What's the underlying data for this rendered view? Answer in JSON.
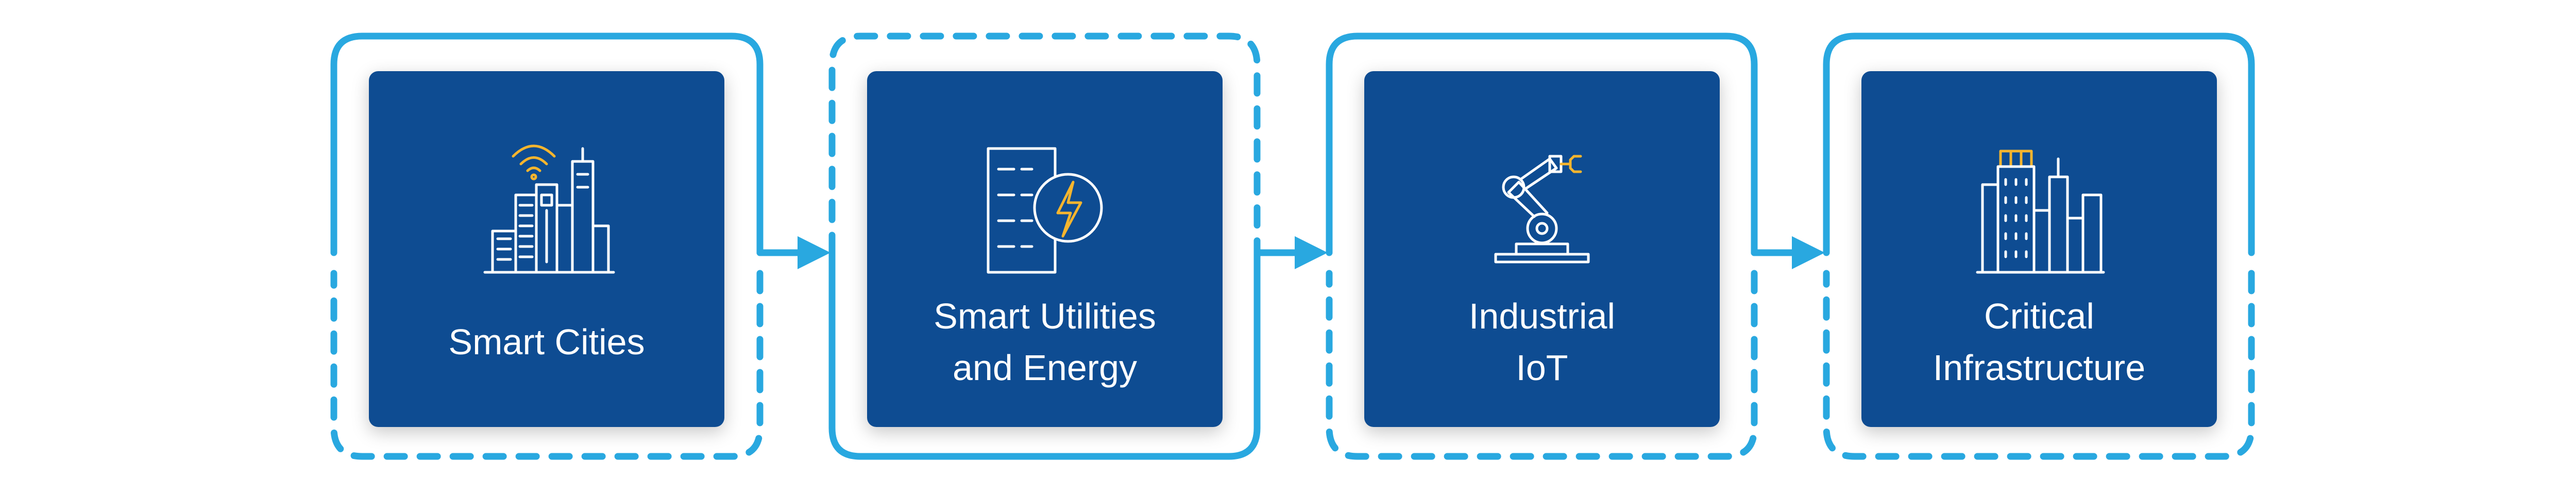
{
  "colors": {
    "tile": "#0e4c92",
    "connector": "#29a8e0",
    "icon_line": "#ffffff",
    "icon_accent": "#f5b52e",
    "background": "#ffffff"
  },
  "stages": [
    {
      "label": "Smart Cities",
      "icon": "smart-city-icon"
    },
    {
      "label": "Smart Utilities\nand Energy",
      "icon": "energy-meter-icon"
    },
    {
      "label": "Industrial\nIoT",
      "icon": "robotic-arm-icon"
    },
    {
      "label": "Critical\nInfrastructure",
      "icon": "buildings-icon"
    }
  ]
}
